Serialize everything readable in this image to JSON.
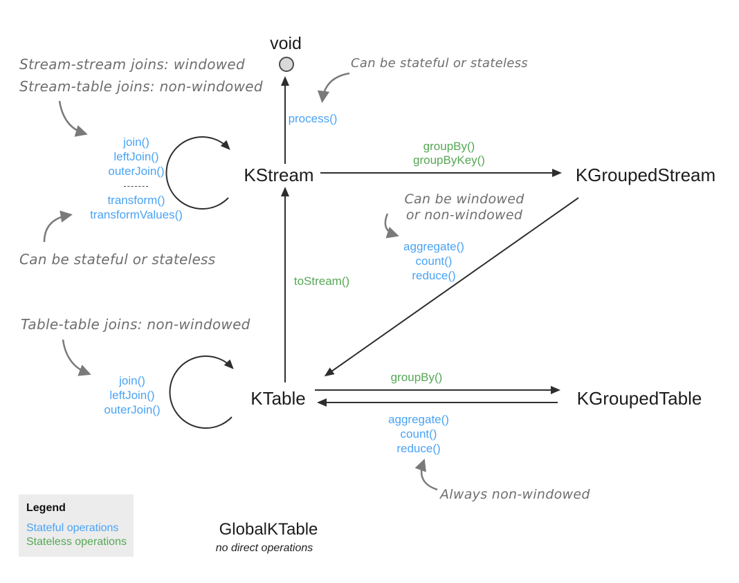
{
  "colors": {
    "stateful_blue": "#4aa3f3",
    "stateless_green": "#55a755",
    "annotation_gray": "#6e6e6e",
    "node_text": "#1c1c1c",
    "legend_background": "#ececec",
    "arrow_dark": "#2e2e2e",
    "void_circle_fill": "#d9d9d9"
  },
  "nodes": {
    "void": {
      "label": "void"
    },
    "kstream": {
      "label": "KStream"
    },
    "kgroupedstream": {
      "label": "KGroupedStream"
    },
    "ktable": {
      "label": "KTable"
    },
    "kgroupedtable": {
      "label": "KGroupedTable"
    },
    "globalktable": {
      "label": "GlobalKTable",
      "note": "no direct operations"
    }
  },
  "operations": {
    "kstream_self": [
      "join()",
      "leftJoin()",
      "outerJoin()",
      "-------",
      "transform()",
      "transformValues()"
    ],
    "kstream_to_void": "process()",
    "kstream_to_kgroupedstream": [
      "groupBy()",
      "groupByKey()"
    ],
    "kgroupedstream_to_ktable": [
      "aggregate()",
      "count()",
      "reduce()"
    ],
    "ktable_to_kstream": "toStream()",
    "ktable_self": [
      "join()",
      "leftJoin()",
      "outerJoin()"
    ],
    "ktable_to_kgroupedtable": "groupBy()",
    "kgroupedtable_to_ktable": [
      "aggregate()",
      "count()",
      "reduce()"
    ]
  },
  "annotations": {
    "stream_joins_line1": "Stream-stream joins: windowed",
    "stream_joins_line2": "Stream-table joins: non-windowed",
    "process_note": "Can be stateful or stateless",
    "transform_note": "Can be stateful or stateless",
    "windowed_note_line1": "Can be windowed",
    "windowed_note_line2": "or non-windowed",
    "table_joins": "Table-table joins: non-windowed",
    "always_non_windowed": "Always non-windowed"
  },
  "legend": {
    "title": "Legend",
    "stateful_label": "Stateful operations",
    "stateless_label": "Stateless operations"
  }
}
